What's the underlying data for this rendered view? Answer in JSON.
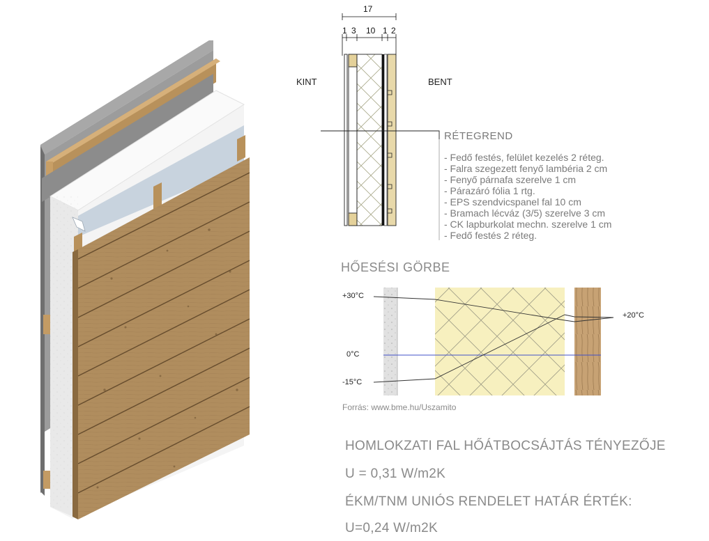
{
  "dimensions": {
    "total": "17",
    "parts": [
      "1",
      "3",
      "10",
      "1",
      "2"
    ]
  },
  "section": {
    "outside_label": "KINT",
    "inside_label": "BENT"
  },
  "layer_order": {
    "heading": "RÉTEGREND",
    "items": [
      "- Fedő festés, felület kezelés 2 réteg.",
      "- Falra szegezett fenyő lambéria 2 cm",
      "- Fenyő párnafa szerelve 1 cm",
      "- Párazáró fólia 1 rtg.",
      "- EPS szendvicspanel fal 10 cm",
      "- Bramach lécváz (3/5) szerelve 3 cm",
      "- CK lapburkolat mechn. szerelve 1 cm",
      "- Fedő festés 2 réteg."
    ]
  },
  "temperature_curve": {
    "heading": "HŐESÉSI GÖRBE",
    "labels": {
      "t_plus30": "+30°C",
      "t_zero": "0°C",
      "t_minus15": "-15°C",
      "t_plus20": "+20°C"
    },
    "source": "Forrás: www.bme.hu/Uszamito"
  },
  "facade": {
    "title": "HOMLOKZATI FAL HŐÁTBOCSÁJTÁS TÉNYEZŐJE",
    "u_value": "U = 0,31 W/m2K",
    "regulation": "ÉKM/TNM UNIÓS RENDELET HATÁR ÉRTÉK:",
    "u_limit": "U=0,24 W/m2K"
  },
  "colors": {
    "wood": "#b49365",
    "eps": "#f7f0bf",
    "foil": "#c8d3de",
    "board": "#9a9a9a",
    "zero_line": "#4050c8"
  }
}
